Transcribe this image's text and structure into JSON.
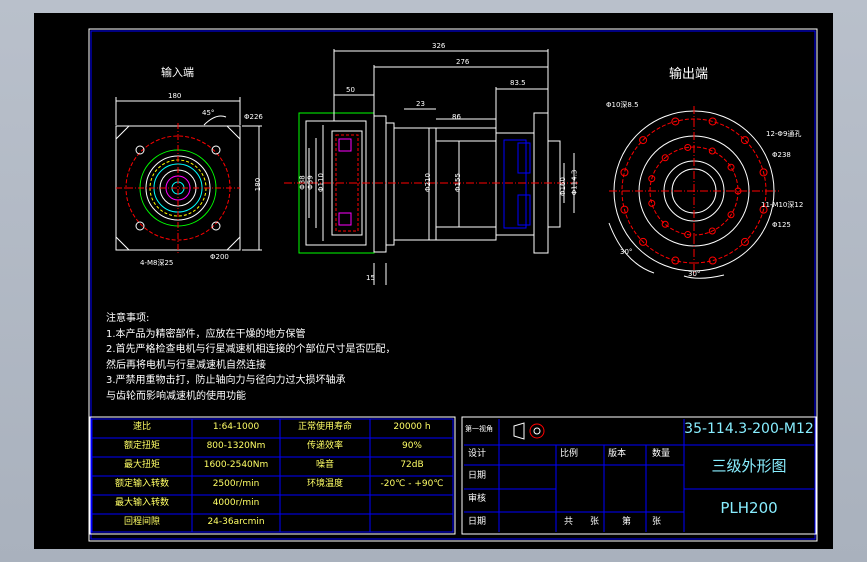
{
  "colors": {
    "background": "#000000",
    "frame": "#ffffff",
    "border": "#0000ff",
    "outline": "#00ff00",
    "spec_text": "#ffff66",
    "title_text": "#00e5ff",
    "body_text": "#ffffff"
  },
  "views": {
    "input_label": "输入端",
    "output_label": "输出端"
  },
  "dims": {
    "d180": "180",
    "d45": "45°",
    "d226": "Φ226",
    "d180v": "180",
    "d4m": "4-M8深25",
    "d200": "Φ200",
    "d326": "326",
    "d276": "276",
    "d50": "50",
    "d23": "23",
    "d86": "86",
    "d83": "83.5",
    "d15": "15",
    "phi38": "Φ38",
    "phi59": "Φ59",
    "phi110": "Φ110",
    "phi155": "Φ155",
    "phi210": "Φ210",
    "phi160": "Φ160",
    "phi1145": "Φ114.3",
    "o_pcd": "Φ10深8.5",
    "o_b1": "12-Φ9通孔",
    "o_b2": "Φ238",
    "o_b3": "11-M10深12",
    "o_b4": "Φ125",
    "o_a1": "30°",
    "o_a2": "30°"
  },
  "notes": {
    "title": "注意事项:",
    "lines": [
      "1.本产品为精密部件，应放在干燥的地方保管",
      "2.首先严格检查电机与行星减速机相连接的个部位尺寸是否匹配，",
      "然后再将电机与行星减速机自然连接",
      "3.严禁用重物击打，防止轴向力与径向力过大损坏轴承",
      "与齿轮而影响减速机的使用功能"
    ]
  },
  "specs": {
    "rows": [
      {
        "k1": "速比",
        "v1": "1:64-1000",
        "k2": "正常使用寿命",
        "v2": "20000 h"
      },
      {
        "k1": "额定扭矩",
        "v1": "800-1320Nm",
        "k2": "传递效率",
        "v2": "90%"
      },
      {
        "k1": "最大扭矩",
        "v1": "1600-2540Nm",
        "k2": "噪音",
        "v2": "72dB"
      },
      {
        "k1": "额定输入转数",
        "v1": "2500r/min",
        "k2": "环境温度",
        "v2": "-20℃ - +90℃"
      },
      {
        "k1": "最大输入转数",
        "v1": "4000r/min",
        "k2": "",
        "v2": ""
      },
      {
        "k1": "回程间隙",
        "v1": "24-36arcmin",
        "k2": "",
        "v2": ""
      }
    ]
  },
  "title_block": {
    "angle_label": "第一视角",
    "code": "35-114.3-200-M12",
    "design": "设计",
    "ratio_h": "比例",
    "version_h": "版本",
    "qty_h": "数量",
    "date1": "日期",
    "drawing_name": "三级外形图",
    "review": "审核",
    "date2": "日期",
    "total": "共",
    "sheet_w": "张",
    "sheet_no": "第",
    "sheet_w2": "张",
    "model": "PLH200"
  }
}
